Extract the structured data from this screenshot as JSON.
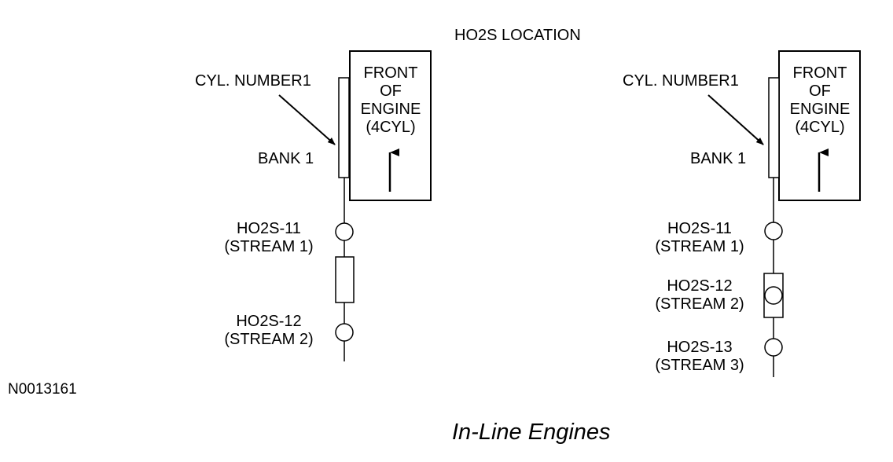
{
  "title": "HO2S LOCATION",
  "figure_id": "N0013161",
  "caption": "In-Line Engines",
  "left": {
    "cyl_label": "CYL. NUMBER1",
    "bank_label": "BANK 1",
    "front": [
      "FRONT",
      "OF",
      "ENGINE",
      "(4CYL)"
    ],
    "sensors": [
      {
        "name": "HO2S-11",
        "stream": "(STREAM 1)"
      },
      {
        "name": "HO2S-12",
        "stream": "(STREAM 2)"
      }
    ]
  },
  "right": {
    "cyl_label": "CYL. NUMBER1",
    "bank_label": "BANK 1",
    "front": [
      "FRONT",
      "OF",
      "ENGINE",
      "(4CYL)"
    ],
    "sensors": [
      {
        "name": "HO2S-11",
        "stream": "(STREAM 1)"
      },
      {
        "name": "HO2S-12",
        "stream": "(STREAM 2)"
      },
      {
        "name": "HO2S-13",
        "stream": "(STREAM 3)"
      }
    ]
  }
}
